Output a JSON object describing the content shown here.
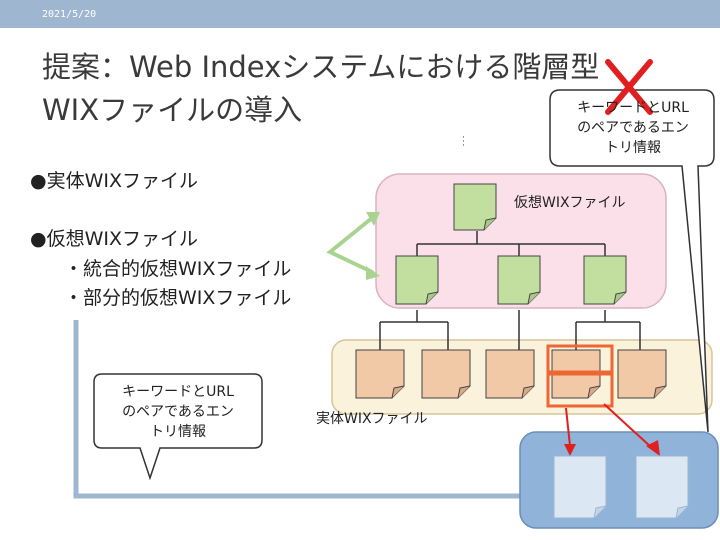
{
  "header": {
    "date": "2021/5/20"
  },
  "title": {
    "line1": "提案：Web Indexシステムにおける階層型",
    "line2": "WIXファイルの導入"
  },
  "bullets": [
    "●実体WIXファイル",
    "●仮想WIXファイル",
    "・統合的仮想WIXファイル",
    "・部分的仮想WIXファイル"
  ],
  "labels": {
    "virtual": "仮想WIXファイル",
    "real": "実体WIXファイル"
  },
  "callout_top": {
    "line1": "キーワードとURL",
    "line2": "のペアであるエン",
    "line3": "トリ情報"
  },
  "callout_left": {
    "line1": "キーワードとURL",
    "line2": "のペアであるエン",
    "line3": "トリ情報"
  },
  "colors": {
    "topbar": "#9fb6d0",
    "virtual_panel": "#fbe0ea",
    "real_panel": "#fbf2dc",
    "green_doc": "#c3df9f",
    "peach_doc": "#f2c9a6",
    "blue_panel": "#8fb3d9",
    "highlight": "#ee6633",
    "cross": "#e02020"
  },
  "icons": [
    "cross-icon",
    "double-arrow-icon"
  ]
}
